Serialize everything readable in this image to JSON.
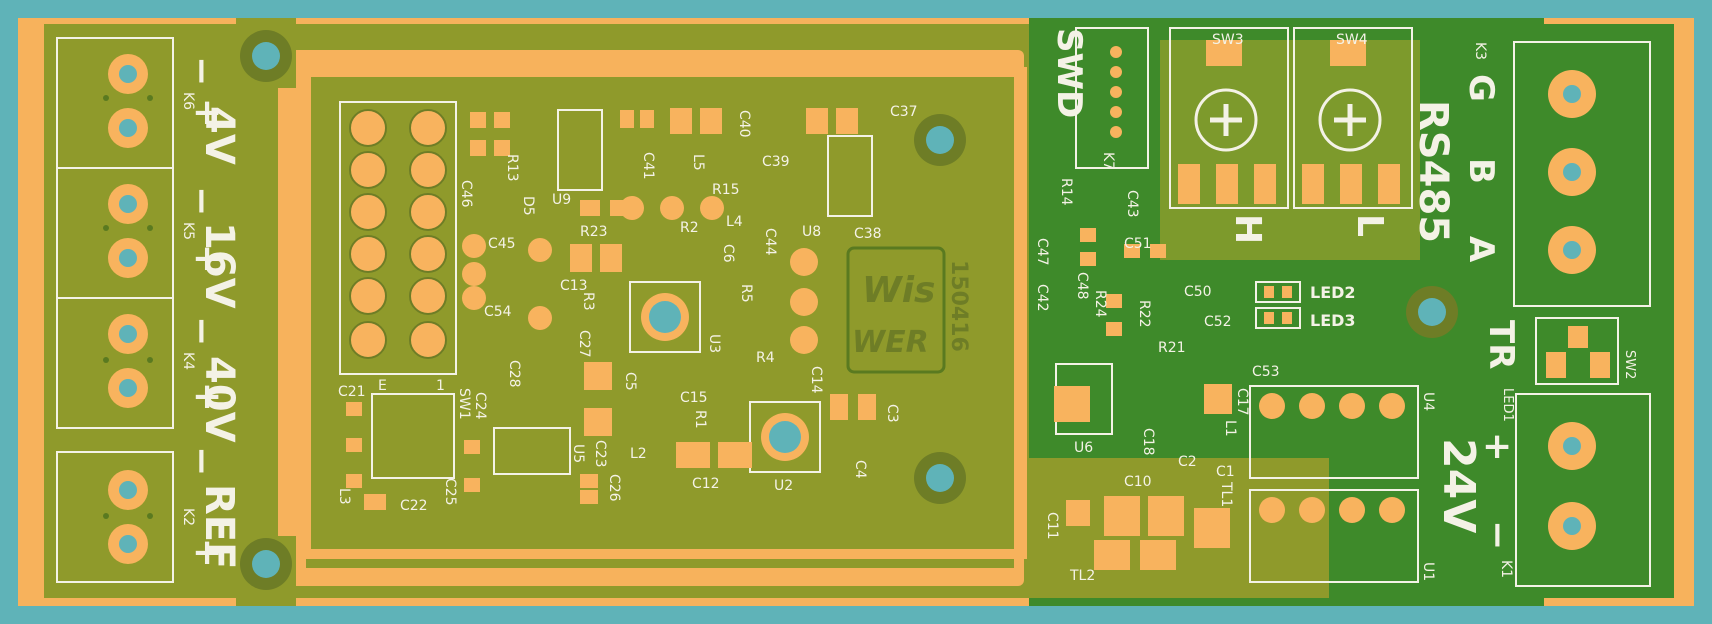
{
  "board": {
    "version": "150416",
    "logo_top": "Wis",
    "logo_bottom": "WER"
  },
  "terminals": {
    "k6": {
      "ref": "K6",
      "voltage": "4V"
    },
    "k5": {
      "ref": "K5",
      "voltage": "16V"
    },
    "k4": {
      "ref": "K4",
      "voltage": "40V"
    },
    "k2": {
      "ref": "K2",
      "voltage": "REF"
    },
    "k3": {
      "ref": "K3"
    },
    "k1": {
      "ref": "K1",
      "voltage": "24V"
    }
  },
  "polarity": {
    "minus": "−",
    "plus": "+"
  },
  "connectors": {
    "swd": "SWD",
    "k7": "K7",
    "rs485": "RS485",
    "g": "G",
    "b": "B",
    "a": "A",
    "tr": "TR",
    "sw2": "SW2",
    "led1": "LED1"
  },
  "switches": {
    "sw3": "SW3",
    "sw4": "SW4",
    "h": "H",
    "l": "L"
  },
  "leds": {
    "led2": "LED2",
    "led3": "LED3"
  },
  "chips": {
    "u1": "U1",
    "u2": "U2",
    "u3": "U3",
    "u4": "U4",
    "u5": "U5",
    "u6": "U6",
    "u8": "U8",
    "u9": "U9",
    "sw1": "SW1"
  },
  "components": [
    {
      "ref": "C37"
    },
    {
      "ref": "C40"
    },
    {
      "ref": "C41"
    },
    {
      "ref": "C39"
    },
    {
      "ref": "L5"
    },
    {
      "ref": "R13"
    },
    {
      "ref": "D5"
    },
    {
      "ref": "C46"
    },
    {
      "ref": "R15"
    },
    {
      "ref": "L4"
    },
    {
      "ref": "C38"
    },
    {
      "ref": "C44"
    },
    {
      "ref": "R23"
    },
    {
      "ref": "R2"
    },
    {
      "ref": "C45"
    },
    {
      "ref": "C6"
    },
    {
      "ref": "C13"
    },
    {
      "ref": "R3"
    },
    {
      "ref": "R5"
    },
    {
      "ref": "C54"
    },
    {
      "ref": "C27"
    },
    {
      "ref": "C28"
    },
    {
      "ref": "C5"
    },
    {
      "ref": "R4"
    },
    {
      "ref": "C14"
    },
    {
      "ref": "C15"
    },
    {
      "ref": "R1"
    },
    {
      "ref": "C3"
    },
    {
      "ref": "C21"
    },
    {
      "ref": "C24"
    },
    {
      "ref": "L2"
    },
    {
      "ref": "C23"
    },
    {
      "ref": "C4"
    },
    {
      "ref": "C12"
    },
    {
      "ref": "C26"
    },
    {
      "ref": "C22"
    },
    {
      "ref": "C25"
    },
    {
      "ref": "L3"
    },
    {
      "ref": "R14"
    },
    {
      "ref": "C43"
    },
    {
      "ref": "C47"
    },
    {
      "ref": "C48"
    },
    {
      "ref": "C51"
    },
    {
      "ref": "C42"
    },
    {
      "ref": "R24"
    },
    {
      "ref": "C50"
    },
    {
      "ref": "R22"
    },
    {
      "ref": "C52"
    },
    {
      "ref": "R21"
    },
    {
      "ref": "C53"
    },
    {
      "ref": "C17"
    },
    {
      "ref": "L1"
    },
    {
      "ref": "C18"
    },
    {
      "ref": "C2"
    },
    {
      "ref": "C1"
    },
    {
      "ref": "C10"
    },
    {
      "ref": "TL1"
    },
    {
      "ref": "C11"
    },
    {
      "ref": "TL2"
    }
  ],
  "pin_labels": {
    "e": "E",
    "one": "1"
  },
  "colors": {
    "background": "#5fb3b8",
    "board_edge": "#f7b25c",
    "soldermask": "#8f9a2b",
    "soldermask_dark": "#3e8a2a",
    "pad": "#f8b35e",
    "silkscreen": "#f4f2e6",
    "hole": "#5fb3b8"
  }
}
